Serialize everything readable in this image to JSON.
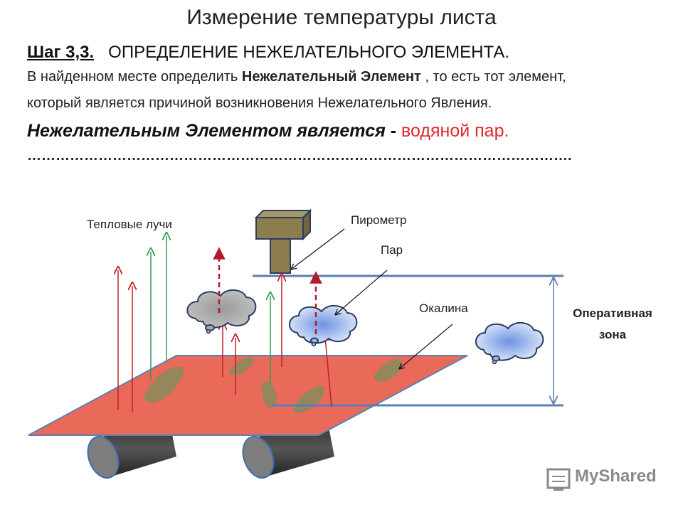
{
  "title": "Измерение температуры листа",
  "step": {
    "number": "Шаг 3,3.",
    "heading": "ОПРЕДЕЛЕНИЕ НЕЖЕЛАТЕЛЬНОГО ЭЛЕМЕНТА."
  },
  "description": {
    "line1_before": "В найденном месте определить ",
    "line1_bold": "Нежелательный Элемент",
    "line1_after": " , то есть тот элемент,",
    "line2": "который является причиной возникновения Нежелательного Явления."
  },
  "conclusion": {
    "prefix": "Нежелательным Элементом является - ",
    "answer": "водяной пар."
  },
  "separator": "…………………………………………………………………………………………………….",
  "diagram": {
    "labels": {
      "heat_rays": "Тепловые лучи",
      "pyrometer": "Пирометр",
      "steam": "Пар",
      "scale": "Окалина",
      "zone_line1": "Оперативная",
      "zone_line2": "зона"
    },
    "colors": {
      "sheet": "#ea6a5a",
      "pyrometer": "#8b7d4e",
      "scale": "#8d8a5c",
      "red_ray": "#c0202a",
      "green_ray": "#2e9e52",
      "zone_line": "#5b7fb5",
      "roller": "#3a3a3a",
      "cloud_grey": "#a8a8a8",
      "cloud_blue": "#9bb6e6"
    }
  },
  "watermark": "MyShared"
}
